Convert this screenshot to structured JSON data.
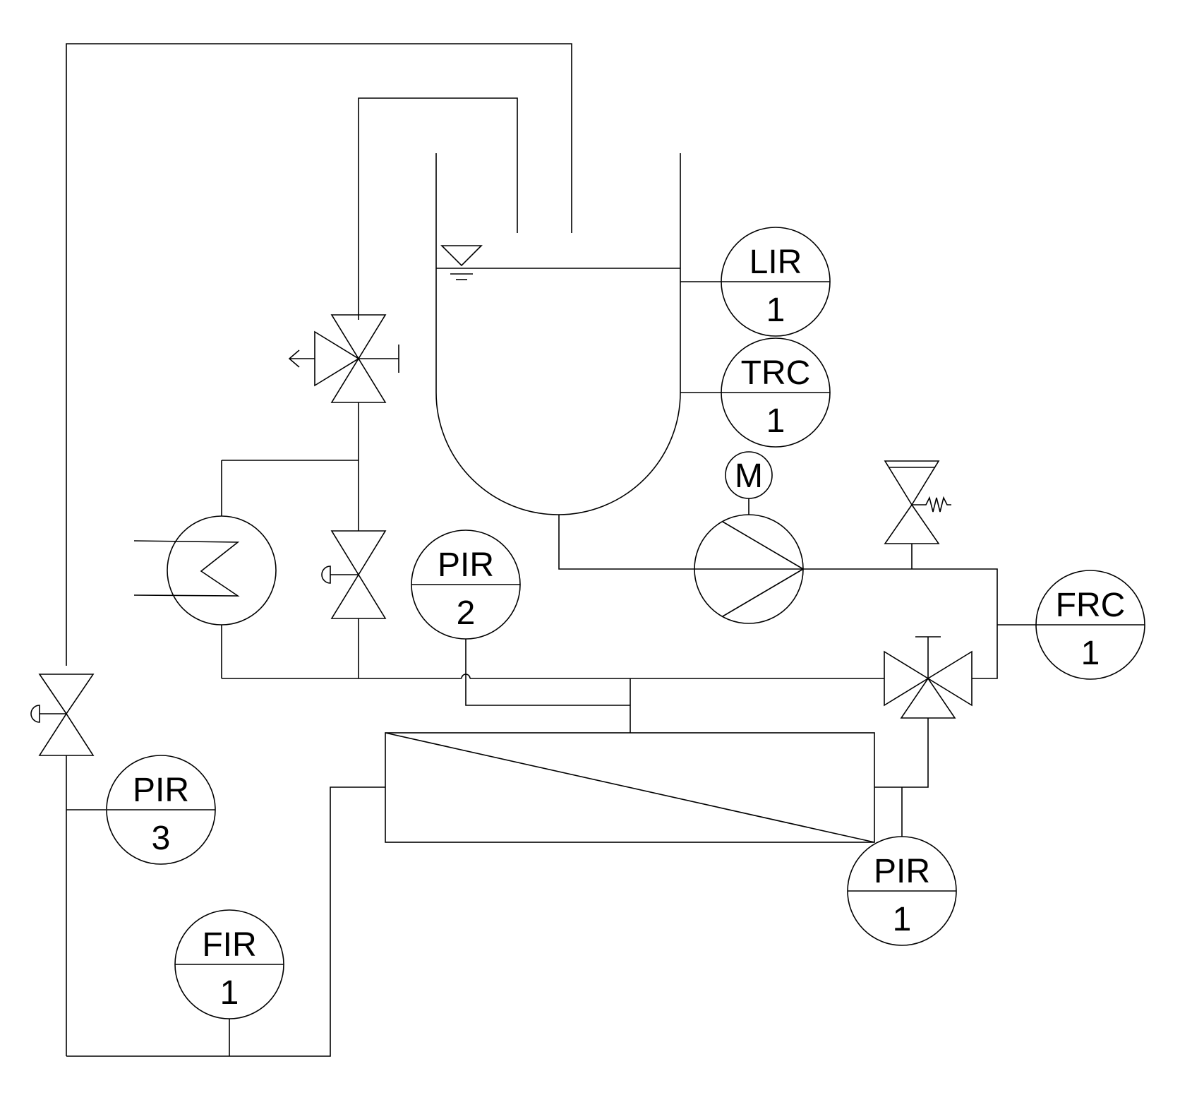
{
  "instruments": [
    {
      "id": "lir-1",
      "tag": "LIR",
      "loop": "1"
    },
    {
      "id": "trc-1",
      "tag": "TRC",
      "loop": "1"
    },
    {
      "id": "pir-2",
      "tag": "PIR",
      "loop": "2"
    },
    {
      "id": "frc-1",
      "tag": "FRC",
      "loop": "1"
    },
    {
      "id": "pir-3",
      "tag": "PIR",
      "loop": "3"
    },
    {
      "id": "pir-1",
      "tag": "PIR",
      "loop": "1"
    },
    {
      "id": "fir-1",
      "tag": "FIR",
      "loop": "1"
    }
  ],
  "motor": {
    "label": "M"
  }
}
